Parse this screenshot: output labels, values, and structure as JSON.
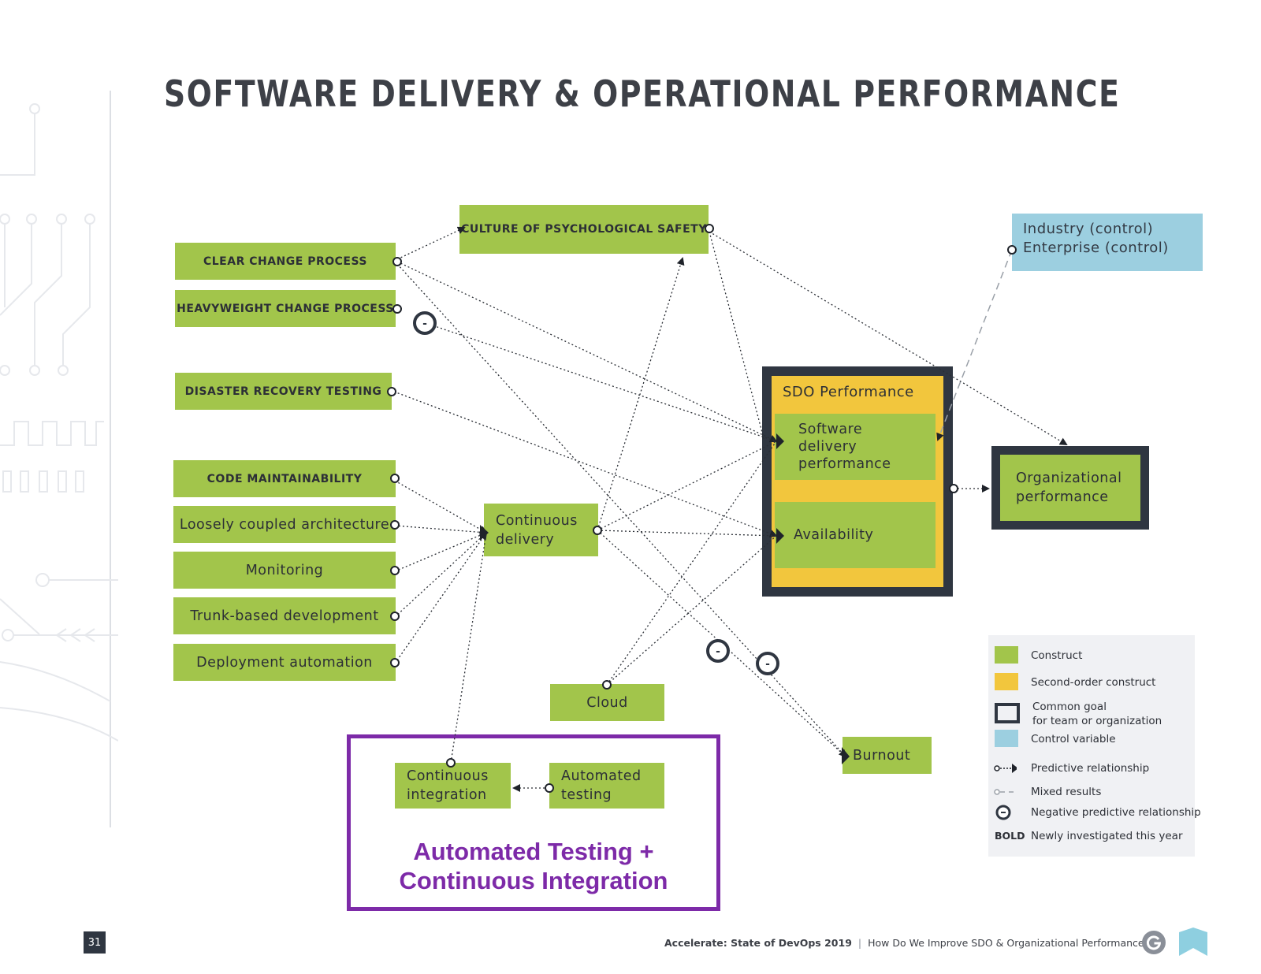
{
  "title": "SOFTWARE DELIVERY & OPERATIONAL PERFORMANCE",
  "nodes": {
    "culture": "CULTURE OF PSYCHOLOGICAL SAFETY",
    "clear_change": "CLEAR CHANGE PROCESS",
    "heavyweight_change": "HEAVYWEIGHT CHANGE PROCESS",
    "disaster_recovery": "DISASTER RECOVERY TESTING",
    "code_maintainability": "CODE MAINTAINABILITY",
    "loosely_coupled": "Loosely coupled architecture",
    "monitoring": "Monitoring",
    "trunk_based": "Trunk-based development",
    "deployment_automation": "Deployment automation",
    "continuous_delivery_1": "Continuous",
    "continuous_delivery_2": "delivery",
    "cloud": "Cloud",
    "continuous_integration_1": "Continuous",
    "continuous_integration_2": "integration",
    "automated_testing_1": "Automated",
    "automated_testing_2": "testing",
    "burnout": "Burnout",
    "industry_control": "Industry (control)",
    "enterprise_control": "Enterprise (control)",
    "sdo_performance": "SDO Performance",
    "software_delivery_1": "Software",
    "software_delivery_2": "delivery",
    "software_delivery_3": "performance",
    "availability": "Availability",
    "org_performance_1": "Organizational",
    "org_performance_2": "performance"
  },
  "negative_marker": "-",
  "highlight": {
    "line1": "Automated Testing +",
    "line2": "Continuous Integration",
    "color": "#7d2aa8"
  },
  "legend": {
    "construct": "Construct",
    "second_order": "Second-order construct",
    "common_goal_1": "Common goal",
    "common_goal_2": "for team or organization",
    "control_variable": "Control variable",
    "predictive": "Predictive relationship",
    "mixed": "Mixed results",
    "negative": "Negative predictive relationship",
    "bold_key": "BOLD",
    "bold_desc": "Newly investigated this year"
  },
  "colors": {
    "construct": "#a2c54b",
    "second_order": "#f2c63d",
    "common_goal": "#2f3641",
    "control": "#9ccfe0"
  },
  "footer": {
    "page_number": "31",
    "report": "Accelerate: State of DevOps 2019",
    "separator": "|",
    "section": "How Do We Improve SDO & Organizational Performance?"
  }
}
